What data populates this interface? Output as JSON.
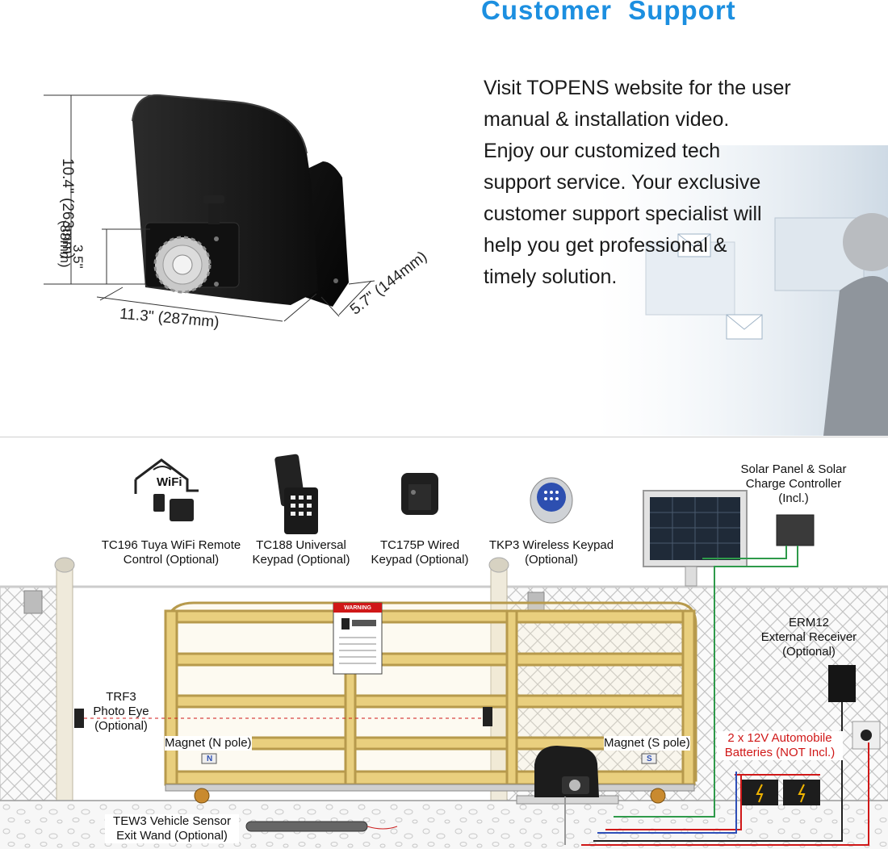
{
  "support": {
    "title": "Customer  Support",
    "lines": [
      "Visit TOPENS website for the user",
      "manual & installation video.",
      "Enjoy our customized tech",
      "support service. Your exclusive",
      "customer support specialist will",
      "help you get professional &",
      "timely solution."
    ]
  },
  "dimensions": {
    "height_total": "10.4\" (263mm)",
    "height_gear_a": "3.5\"",
    "height_gear_b": "(88mm)",
    "length": "11.3\" (287mm)",
    "width": "5.7\" (144mm)"
  },
  "accessories": [
    {
      "line1": "TC196 Tuya WiFi Remote",
      "line2": "Control (Optional)",
      "icon": "wifi-house-icon"
    },
    {
      "line1": "TC188 Universal",
      "line2": "Keypad (Optional)",
      "icon": "universal-keypad-icon"
    },
    {
      "line1": "TC175P Wired",
      "line2": "Keypad (Optional)",
      "icon": "wired-keypad-icon"
    },
    {
      "line1": "TKP3 Wireless Keypad",
      "line2": "(Optional)",
      "icon": "wireless-keypad-icon"
    }
  ],
  "wifi_icon_text": "WiFi",
  "solar": {
    "line1": "Solar Panel & Solar",
    "line2": "Charge Controller",
    "line3": "(Incl.)"
  },
  "receiver": {
    "line1": "ERM12",
    "line2": "External Receiver",
    "line3": "(Optional)"
  },
  "photo_eye": {
    "line1": "TRF3",
    "line2": "Photo Eye",
    "line3": "(Optional)"
  },
  "magnet_n": "Magnet (N pole)",
  "magnet_s": "Magnet (S pole)",
  "magnet_n_letter": "N",
  "magnet_s_letter": "S",
  "batteries": {
    "line1": "2 x 12V Automobile",
    "line2": "Batteries (NOT Incl.)"
  },
  "sensor": {
    "line1": "TEW3 Vehicle Sensor",
    "line2": "Exit Wand (Optional)"
  },
  "warning_sign": "WARNING",
  "colors": {
    "title_blue": "#1c8fe0",
    "gate_yellow": "#e9cf7e",
    "wire_red": "#d01818",
    "wire_green": "#2e9a4a",
    "motor_black": "#1c1c1c"
  }
}
